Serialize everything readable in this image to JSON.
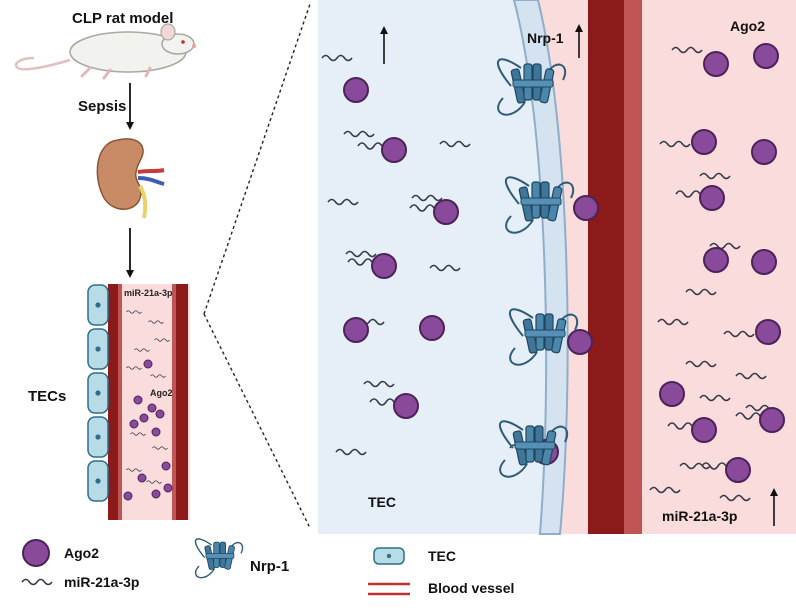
{
  "labels": {
    "model": "CLP rat model",
    "sepsis": "Sepsis",
    "tecs": "TECs",
    "mir_small": "miR-21a-3p",
    "ago2_small": "Ago2",
    "nrp1_top": "Nrp-1",
    "ago2_top": "Ago2",
    "tec_main": "TEC",
    "mir_main": "miR-21a-3p"
  },
  "legend": {
    "ago2": "Ago2",
    "mir": "miR-21a-3p",
    "nrp1": "Nrp-1",
    "tec": "TEC",
    "vessel": "Blood vessel"
  },
  "colors": {
    "cell_bg": "#e6eff8",
    "membrane": "#aec4d9",
    "vessel_dark": "#8c1a1a",
    "vessel_mid": "#c05555",
    "lumen": "#fbdcdc",
    "ago2": "#8a4a9c",
    "ago2_stroke": "#4c2358",
    "receptor": "#3f7598",
    "tec_cell": "#b8dbe8",
    "mir": "#333a48"
  }
}
